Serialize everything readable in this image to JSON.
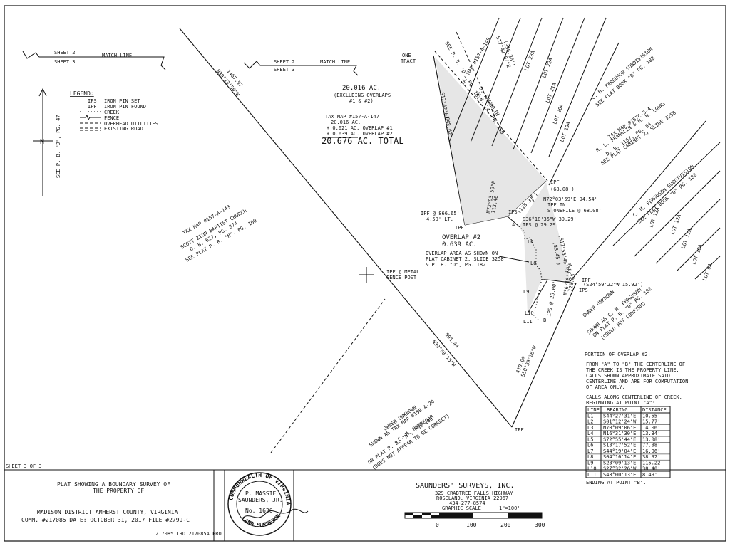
{
  "match_lines": [
    {
      "sheet_a": "SHEET 2",
      "label": "MATCH LINE",
      "sheet_b": "SHEET 3"
    },
    {
      "sheet_a": "SHEET 2",
      "label": "MATCH LINE",
      "sheet_b": "SHEET 3"
    }
  ],
  "legend": {
    "title": "LEGEND:",
    "items": [
      {
        "sym": "IPS",
        "desc": "IRON PIN SET"
      },
      {
        "sym": "IPF",
        "desc": "IRON PIN FOUND"
      },
      {
        "sym": "",
        "desc": "CREEK"
      },
      {
        "sym": "",
        "desc": "FENCE"
      },
      {
        "sym": "",
        "desc": "OVERHEAD UTILITIES"
      },
      {
        "sym": "",
        "desc": "EXISTING ROAD"
      }
    ]
  },
  "north": {
    "letter": "N",
    "ref": "SEE P. B. \"J\", PG. 47"
  },
  "acreage": {
    "main": "20.016 AC.",
    "excluding": "(EXCLUDING OVERLAPS",
    "excluding2": "#1 & #2)",
    "tax_map": "TAX MAP #157-A-147",
    "l1": "20.016 AC.",
    "l2": "+ 0.021 AC.  OVERLAP #1",
    "l3": "+ 0.639 AC.  OVERLAP #2",
    "total": "20.676 AC. TOTAL"
  },
  "bearings": {
    "nw_line": "N39°13'50\"W",
    "nw_dist": "1467.57",
    "sw_line": "N39°08'15\"W",
    "sw_dist": "591.44",
    "east_top": "S17°42'07\"E",
    "east_dist": "643.62",
    "n72a": "N72°03'59\"E",
    "n72a_dist": "113.46",
    "n72b": "N72°03'59\"E 94.54'",
    "n72c": "(115.31')",
    "s36": "S36°18'35\"W 39.29'",
    "s24": "(S24°59'22\"W 15.92')",
    "n36": "N36°18'34\"E",
    "n36_dist": "128.65",
    "s50": "S50°39'26\"W",
    "s50_dist": "470.90",
    "s61": "(S17°55'45\"E)",
    "s61b": "(83.45')",
    "top_e": "S17°42'07\"E",
    "top_e_dist": "(395.36')"
  },
  "points": {
    "ipf1": "IPF",
    "ipf1_note": "(68.08')",
    "ipf_stone": "IPF IN",
    "ipf_stone2": "STONEPILE @ 68.08'",
    "ipf_866": "IPF @ 866.65'",
    "ipf_866b": "4.50' LT.",
    "ipf2": "IPF",
    "ips1": "IPS",
    "ips29": "IPS @ 29.29'",
    "ips25": "IPS @ 25.00'",
    "ipf3": "IPF",
    "ips3": "IPS",
    "ipf_metal": "IPF @ METAL",
    "ipf_metal2": "FENCE POST",
    "ipf_bottom": "IPF",
    "pt_a": "A",
    "pt_b": "B",
    "one_tract": "ONE",
    "one_tract2": "TRACT"
  },
  "labels": {
    "lots_upper": [
      "LOT 23A",
      "LOT 22A",
      "LOT 21A",
      "LOT 20A",
      "LOT 19A"
    ],
    "lots_lower": [
      "LOT 13A",
      "LOT 12A",
      "LOT 11A",
      "LOT 10A",
      "LOT 9A"
    ],
    "ferguson_top1": "C. M. FERGUSON SUBDIVISION",
    "ferguson_top2": "SEE PLAT BOOK \"D\" PG. 182",
    "ferguson_low1": "C. M. FERGUSON SUBDIVISION",
    "ferguson_low2": "SEE PLAT BOOK \"D\" PG. 182",
    "lowry1": "TAX MAP #157C-3-A",
    "lowry2": "R. L. FRANKLIN & M. W. LOWRY",
    "lowry3": "D. B. 1167, PG. 54",
    "lowry4": "SEE PLAT CABINET 2, SLIDE 3258",
    "tm149a": "TAX MAP #157-A-149",
    "tm149b": "D. FRANKLIN",
    "tm149c": "W.B. 74, PG. 130",
    "tm149d": "SEE P. B. 'D', PG. 182",
    "church1": "TAX MAP #157-A-143",
    "church2": "SCOTT ZION BAPTIST CHURCH",
    "church3": "D. B. 627, PG. 874",
    "church4": "SEE PLAT P. B. \"N\", PG. 100",
    "owner1a": "OWNER UNKNOWN",
    "owner1b": "SHOWN AS C. M. FERGUSON",
    "owner1c": "ON PLAT P. B. \"D\" PG. 182",
    "owner1d": "(COULD NOT CONFIRM)",
    "owner2a": "OWNER UNKNOWN",
    "owner2b": "SHOWN AS TAX MAP #158-A-24",
    "owner2c": "C. M. NEWBEGAR",
    "owner2d": "ON PLAT P. B. \"N\", PG. 100",
    "owner2e": "(DOES NOT APPEAR TO BE CORRECT)",
    "overlap_title": "OVERLAP #2",
    "overlap_ac": "0.639 AC.",
    "overlap_note1": "OVERLAP AREA AS SHOWN ON",
    "overlap_note2": "PLAT CABINET 2, SLIDE 3258",
    "overlap_note3": "& P. B. \"D\", PG. 182"
  },
  "creek_note": {
    "title": "PORTION OF OVERLAP #2:",
    "lines": [
      "FROM \"A\" TO \"B\" THE CENTERLINE OF",
      "THE CREEK IS THE PROPERTY LINE.",
      "CALLS SHOWN APPROXIMATE SAID",
      "CENTERLINE AND ARE FOR COMPUTATION",
      "OF AREA ONLY."
    ],
    "calls_title": "CALLS ALONG CENTERLINE OF CREEK,",
    "calls_title2": "BEGINNING AT POINT \"A\":",
    "headers": [
      "LINE",
      "BEARING",
      "DISTANCE"
    ],
    "rows": [
      [
        "L1",
        "S44°27'31\"E",
        "10.55'"
      ],
      [
        "L2",
        "S01°12'24\"W",
        "15.77'"
      ],
      [
        "L3",
        "N70°09'06\"E",
        "14.06'"
      ],
      [
        "L4",
        "N16°31'30\"E",
        "13.34'"
      ],
      [
        "L5",
        "S72°55'44\"E",
        "13.08'"
      ],
      [
        "L6",
        "S13°17'52\"E",
        "77.88'"
      ],
      [
        "L7",
        "S44°19'04\"E",
        "16.06'"
      ],
      [
        "L8",
        "S04°16'14\"E",
        "38.92'"
      ],
      [
        "L9",
        "S23°09'13\"E",
        "115.22'"
      ],
      [
        "L10",
        "S27°32'26\"W",
        "38.40'"
      ],
      [
        "L11",
        "S43°00'13\"E",
        "8.49'"
      ]
    ],
    "ending": "ENDING AT POINT \"B\"."
  },
  "title_block": {
    "sheet": "SHEET 3 OF 3",
    "plat1": "PLAT SHOWING A BOUNDARY SURVEY OF",
    "plat2": "THE PROPERTY OF",
    "district": "MADISON DISTRICT    AMHERST COUNTY, VIRGINIA",
    "comm": "COMM. #217085  DATE: OCTOBER 31, 2017  FILE #2799-C",
    "files": "217085.CRD  217085A.PRO",
    "seal_ring": "COMMONWEALTH OF VIRGINIA",
    "seal_bottom": "LAND SURVEYOR",
    "seal_name1": "P. MASSIE",
    "seal_name2": "SAUNDERS, JR.",
    "seal_no": "No. 1636",
    "company": "SAUNDERS' SURVEYS, INC.",
    "addr1": "329 CRABTREE FALLS HIGHWAY",
    "addr2": "ROSELAND, VIRGINIA 22967",
    "phone": "434-277-8574",
    "scale_label": "GRAPHIC SCALE",
    "scale_ratio": "1\"=100'",
    "scale_ticks": [
      "0",
      "100",
      "200",
      "300"
    ]
  }
}
